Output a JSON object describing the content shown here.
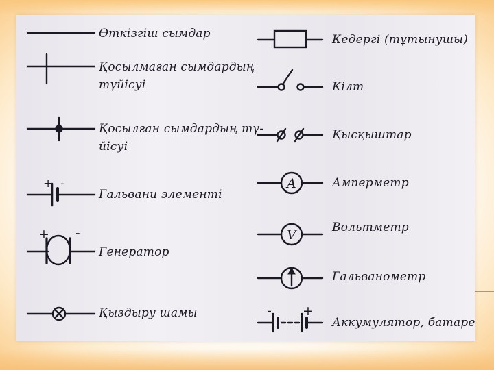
{
  "colors": {
    "background": "#ffffff",
    "frame_glow": "#f9c880",
    "sheet": "#f2f0f4",
    "ink": "#1b1a24",
    "accent": "#e8882a"
  },
  "left_column": [
    {
      "id": "wires",
      "symbol": "wire-line",
      "lines": [
        "Өткізгіш сымдар"
      ]
    },
    {
      "id": "crossing",
      "symbol": "unconnected-crossing",
      "lines": [
        "Қосылмаған  сымдардың",
        "түйісуі"
      ]
    },
    {
      "id": "junction",
      "symbol": "connected-junction",
      "lines": [
        "Қосылған сымдардың тү-",
        "йісуі"
      ]
    },
    {
      "id": "cell",
      "symbol": "galvanic-cell",
      "lines": [
        "Гальвани элементі"
      ],
      "marks": {
        "plus": "+",
        "minus": "-"
      }
    },
    {
      "id": "generator",
      "symbol": "generator",
      "lines": [
        "Генератор"
      ],
      "marks": {
        "plus": "+",
        "minus": "-"
      }
    },
    {
      "id": "lamp",
      "symbol": "lamp-cross-circle",
      "lines": [
        "Қыздыру шамы"
      ]
    }
  ],
  "right_column": [
    {
      "id": "resistor",
      "symbol": "resistor-box",
      "lines": [
        "Кедергі   (тұтынушы)"
      ]
    },
    {
      "id": "key",
      "symbol": "switch-key",
      "lines": [
        "Кілт"
      ]
    },
    {
      "id": "clamps",
      "symbol": "terminal-clamps",
      "lines": [
        "Қысқыштар"
      ]
    },
    {
      "id": "ammeter",
      "symbol": "ammeter-circle",
      "lines": [
        "Амперметр"
      ],
      "letter": "A"
    },
    {
      "id": "voltmeter",
      "symbol": "voltmeter-circle",
      "lines": [
        "Вольтметр"
      ],
      "letter": "V"
    },
    {
      "id": "galvanometer",
      "symbol": "galvanometer-arrow-circle",
      "lines": [
        "Гальванометр"
      ]
    },
    {
      "id": "battery",
      "symbol": "battery-cells",
      "lines": [
        "Аккумулятор, батарея"
      ],
      "marks": {
        "plus": "+",
        "minus": "-"
      }
    }
  ]
}
